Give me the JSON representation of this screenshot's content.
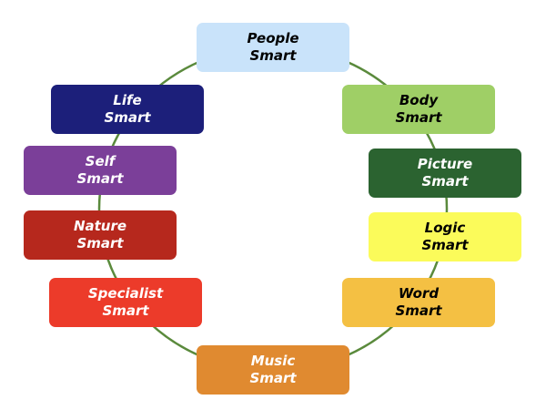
{
  "ring_color": "#5a8a3c",
  "nodes": [
    {
      "id": "people",
      "line1": "People",
      "line2": "Smart",
      "bg": "#c9e3fa",
      "fg": "#000000"
    },
    {
      "id": "body",
      "line1": "Body",
      "line2": "Smart",
      "bg": "#9fcf66",
      "fg": "#000000"
    },
    {
      "id": "picture",
      "line1": "Picture",
      "line2": "Smart",
      "bg": "#2b6330",
      "fg": "#ffffff"
    },
    {
      "id": "logic",
      "line1": "Logic",
      "line2": "Smart",
      "bg": "#fbfb5a",
      "fg": "#000000"
    },
    {
      "id": "word",
      "line1": "Word",
      "line2": "Smart",
      "bg": "#f4c043",
      "fg": "#000000"
    },
    {
      "id": "music",
      "line1": "Music",
      "line2": "Smart",
      "bg": "#e08a30",
      "fg": "#ffffff"
    },
    {
      "id": "specialist",
      "line1": "Specialist",
      "line2": "Smart",
      "bg": "#ec3b2a",
      "fg": "#ffffff"
    },
    {
      "id": "nature",
      "line1": "Nature",
      "line2": "Smart",
      "bg": "#b6281d",
      "fg": "#ffffff"
    },
    {
      "id": "self",
      "line1": "Self",
      "line2": "Smart",
      "bg": "#7b3f99",
      "fg": "#ffffff"
    },
    {
      "id": "life",
      "line1": "Life",
      "line2": "Smart",
      "bg": "#1c1f7a",
      "fg": "#ffffff"
    }
  ]
}
